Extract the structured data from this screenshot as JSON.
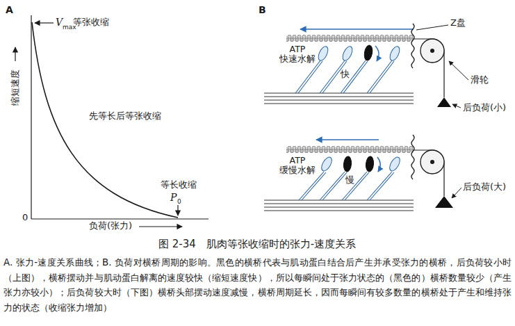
{
  "diagram": {
    "caption": "图 2-34　肌肉等张收缩时的张力-速度关系",
    "labels": [
      "A",
      "缩短速度",
      "V",
      "max",
      "等张收缩",
      "先等长后等张收缩",
      "等长收缩",
      "P",
      "0",
      "0",
      "负荷(张力)",
      "B",
      "ATP 快速水解",
      "Z盘",
      "快",
      "滑轮",
      "后负荷(小)",
      "ATP 缓慢水解",
      "慢",
      "后负荷(大)",
      "A. 张力-速度关系曲线；B. 负荷对横桥周期的影响。黑色的横桥代表与肌动蛋白结合后产生并承受张力的横桥，后负荷较小时（上图），横桥摆动并与肌动蛋白解离的速度较快（缩短速度快），所以每瞬间处于张力状态的（黑色的）横桥数量较少（产生张力亦较小）；后负荷较大时（下图）横桥头部摆动速度减慢，横桥周期延长，因而每瞬间有较多数量的横桥处于产生和维持张力的状态（收缩张力增加）"
    ]
  }
}
